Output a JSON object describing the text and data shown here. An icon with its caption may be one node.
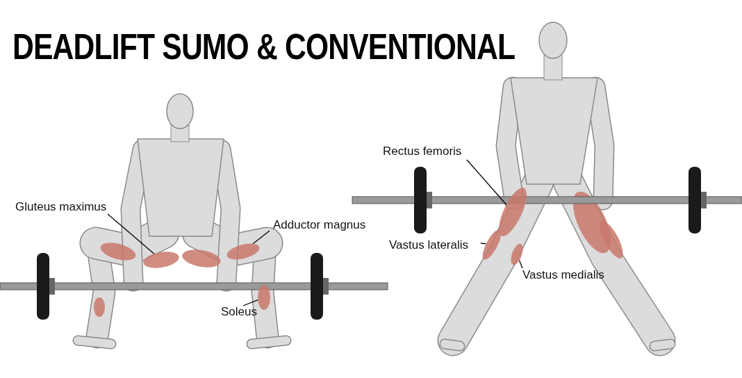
{
  "diagram": {
    "title": "DEADLIFT SUMO & CONVENTIONAL",
    "nodes": [
      {
        "text": [
          "Rectus femoris"
        ]
      },
      {
        "text": [
          "Gluteus maximus"
        ]
      },
      {
        "text": [
          "Adductor magnus"
        ]
      },
      {
        "text": [
          "Vastus lateralis"
        ]
      },
      {
        "text": [
          "Vastus medialis"
        ]
      },
      {
        "text": [
          "Soleus"
        ]
      },
      {
        "text": [],
        "shape": "circle"
      },
      {
        "text": [],
        "shape": "circle"
      },
      {
        "text": [],
        "shape": "circle"
      },
      {
        "text": [],
        "shape": "circle"
      },
      {
        "text": [],
        "shape": "circle"
      },
      {
        "text": [],
        "shape": "circle"
      }
    ],
    "edges": [
      {
        "from": 0,
        "to": 6,
        "arrow": "none"
      },
      {
        "from": 1,
        "to": 7,
        "arrow": "none"
      },
      {
        "from": 2,
        "to": 8,
        "arrow": "none"
      },
      {
        "from": 3,
        "to": 9,
        "arrow": "none"
      },
      {
        "from": 4,
        "to": 10,
        "arrow": "none"
      },
      {
        "from": 5,
        "to": 11,
        "arrow": "none"
      }
    ]
  }
}
